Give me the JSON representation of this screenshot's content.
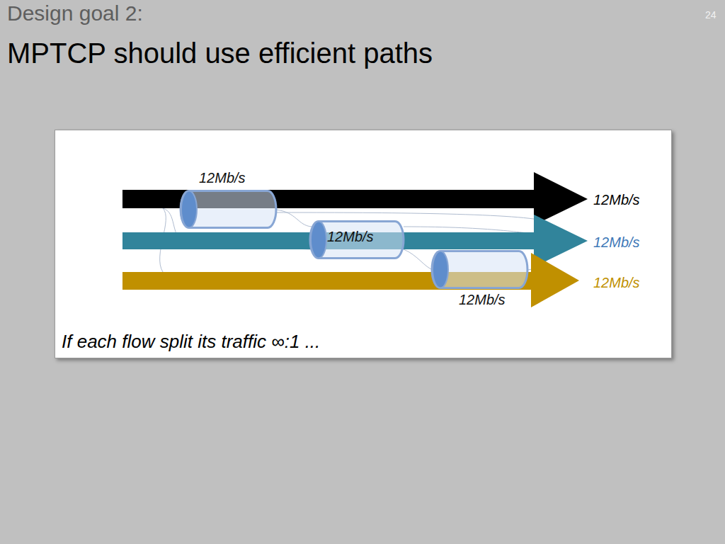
{
  "diagram": {
    "title": "MPTCP should use efficient paths",
    "caption": "If each flow split its traffic ∞:1 ...",
    "nodes": [
      {
        "text": [
          "12Mb/s"
        ]
      },
      {
        "text": [
          "12Mb/s"
        ]
      },
      {
        "text": [
          "12Mb/s"
        ]
      }
    ],
    "labels": [
      "Design goal 2:",
      "24",
      "12Mb/s",
      "12Mb/s",
      "12Mb/s"
    ]
  }
}
